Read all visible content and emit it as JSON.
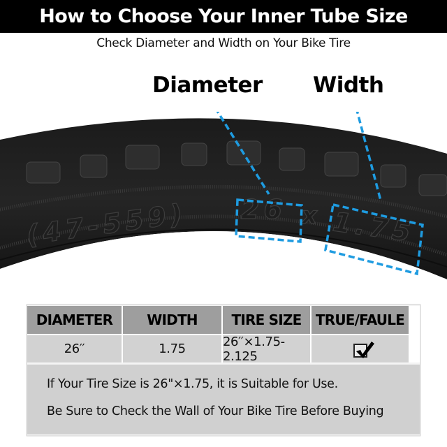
{
  "header": {
    "title": "How to Choose Your Inner Tube Size",
    "subtitle": "Check Diameter and Width on Your Bike Tire"
  },
  "callouts": {
    "diameter_label": "Diameter",
    "width_label": "Width",
    "accent_color": "#1e9be0"
  },
  "tire": {
    "sidewall_text_etro": "(47-559)",
    "sidewall_diameter": "26",
    "sidewall_separator": "x",
    "sidewall_width": "1.75"
  },
  "table": {
    "headers": [
      "DIAMETER",
      "WIDTH",
      "TIRE SIZE",
      "TRUE/FAULE"
    ],
    "row": {
      "diameter": "26′′",
      "width": "1.75",
      "tire_size": "26′′×1.75-2.125",
      "true_false": "checked"
    },
    "notes": [
      "If Your Tire Size is 26\"×1.75, it is Suitable for Use.",
      "Be Sure to Check the Wall of Your Bike Tire Before Buying"
    ],
    "header_bg": "#9e9e9e",
    "cell_bg": "#d2d2d2"
  }
}
